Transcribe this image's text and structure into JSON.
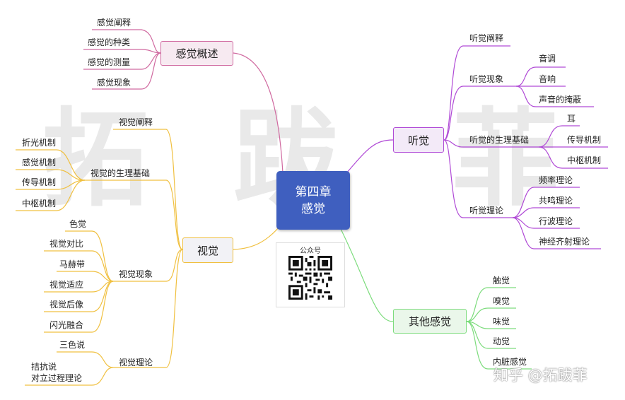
{
  "watermark_big": [
    "拓",
    "跋",
    "菲"
  ],
  "center": {
    "line1": "第四章",
    "line2": "感觉"
  },
  "qr_label": "公众号",
  "credit": "知乎 @拓跋菲",
  "colors": {
    "center": "#3f5fbf",
    "pink": "#d06aa0",
    "orange": "#f0c040",
    "purple": "#b04ad6",
    "green": "#7ddc7d"
  },
  "branches": {
    "gangjue": {
      "title": "感觉概述",
      "items": [
        "感觉阐释",
        "感觉的种类",
        "感觉的测量",
        "感觉现象"
      ]
    },
    "shijue": {
      "title": "视觉",
      "chanshi": "视觉阐释",
      "shengli": {
        "title": "视觉的生理基础",
        "items": [
          "折光机制",
          "感觉机制",
          "传导机制",
          "中枢机制"
        ]
      },
      "xianxiang": {
        "title": "视觉现象",
        "items": [
          "色觉",
          "视觉对比",
          "马赫带",
          "视觉适应",
          "视觉后像",
          "闪光融合"
        ]
      },
      "lilun": {
        "title": "视觉理论",
        "items": [
          "三色说",
          "拮抗说",
          "对立过程理论"
        ]
      }
    },
    "tingjue": {
      "title": "听觉",
      "chanshi": "听觉阐释",
      "xianxiang": {
        "title": "听觉现象",
        "items": [
          "音调",
          "音响",
          "声音的掩蔽"
        ]
      },
      "shengli": {
        "title": "听觉的生理基础",
        "items": [
          "耳",
          "传导机制",
          "中枢机制"
        ]
      },
      "lilun": {
        "title": "听觉理论",
        "items": [
          "频率理论",
          "共鸣理论",
          "行波理论",
          "神经齐射理论"
        ]
      }
    },
    "qita": {
      "title": "其他感觉",
      "items": [
        "触觉",
        "嗅觉",
        "味觉",
        "动觉",
        "内脏感觉"
      ]
    }
  }
}
